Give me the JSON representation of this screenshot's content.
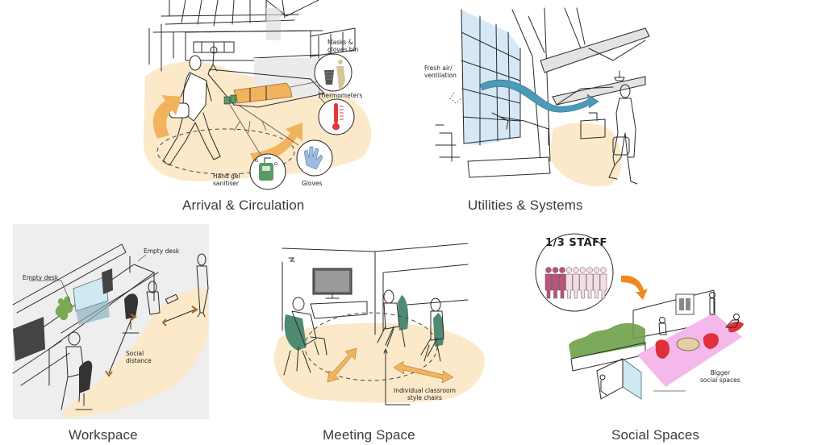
{
  "colors": {
    "floor_wash": "#fbe9c9",
    "arrow_orange": "#f3b35c",
    "social_arrow": "#ee8a1f",
    "air_flow": "#4c9ab8",
    "window_tint": "#d6e8f6",
    "workspace_bg": "#eeeeee",
    "chair_green": "#4f8a73",
    "sofa_red": "#e0303c",
    "rug_pink": "#f5b8ea",
    "staff_highlight": "#b5567a",
    "staff_faded": "#f1dde6",
    "thermometer_red": "#e0393b",
    "sanitiser_green": "#5a9a63",
    "glove_blue": "#9bbbe0",
    "caption_text": "#3c3c3c"
  },
  "panels": [
    {
      "id": "arrival",
      "caption": "Arrival & Circulation",
      "callouts": {
        "masks_bin": "Masks &\ngloves bin",
        "thermometers": "Thermometers",
        "gloves": "Gloves",
        "hand_gel": "Hand gel\nsanitiser"
      }
    },
    {
      "id": "utilities",
      "caption": "Utilities & Systems",
      "callouts": {
        "fresh_air": "Fresh air/\nventilation"
      }
    },
    {
      "id": "workspace",
      "caption": "Workspace",
      "callouts": {
        "empty_desk_left": "Empty desk",
        "empty_desk_right": "Empty desk",
        "social_distance": "Social\ndistance"
      }
    },
    {
      "id": "meeting",
      "caption": "Meeting Space",
      "callouts": {
        "chairs": "Individual classroom\nstyle chairs"
      }
    },
    {
      "id": "social",
      "caption": "Social Spaces",
      "callouts": {
        "staff_fraction": "1/3 STAFF",
        "bigger_spaces": "Bigger\nsocial spaces"
      },
      "staff_present_fraction": 0.333
    }
  ]
}
